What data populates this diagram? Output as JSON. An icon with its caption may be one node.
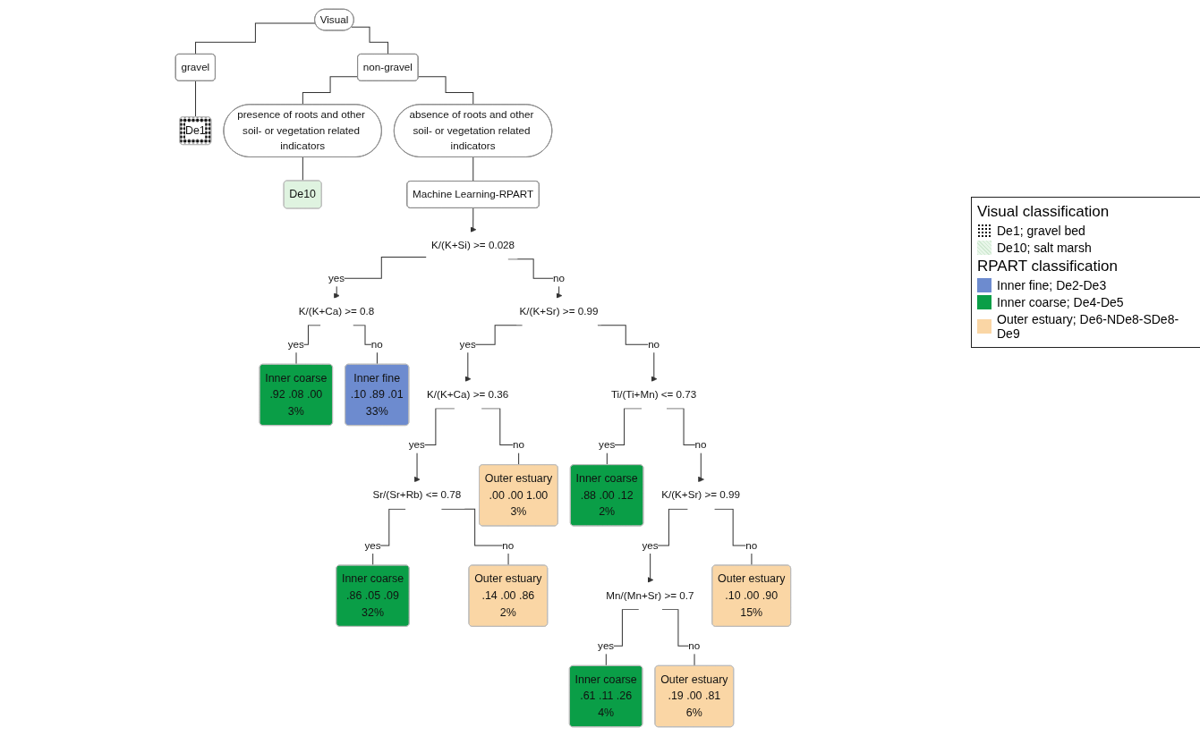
{
  "diagram": {
    "nodes": [
      {
        "text": [
          "Visual"
        ]
      },
      {
        "text": [
          "gravel"
        ]
      },
      {
        "text": [
          "presence of roots and other soil- or vegetation related indicators"
        ]
      },
      {
        "text": [
          "non-gravel"
        ]
      },
      {
        "text": [
          "absence of roots and other soil- or vegetation related indicators"
        ]
      },
      {
        "text": [
          "Machine Learning-RPART"
        ]
      },
      {
        "text": [
          "K/(K+Si) >= 0.028"
        ]
      },
      {
        "text": [
          "K/(K+Ca) >= 0.8"
        ]
      },
      {
        "text": [
          "K/(K+Sr) >= 0.99"
        ]
      },
      {
        "text": [
          "K/(K+Ca) >= 0.36"
        ]
      },
      {
        "text": [
          "Ti/(Ti+Mn) <= 0.73"
        ]
      },
      {
        "text": [
          "K/(K+Sr) >= 0.99"
        ]
      },
      {
        "text": [
          "Sr/(Sr+Rb) <= 0.78"
        ]
      },
      {
        "text": [
          "Mn/(Mn+Sr) >= 0.7"
        ]
      },
      {
        "text": [
          "De10"
        ]
      },
      {
        "text": [
          "Inner fine",
          ".10 .89 .01",
          "33%"
        ]
      },
      {
        "text": [
          "Outer estuary",
          ".14 .00 .86",
          "2%"
        ]
      },
      {
        "text": [
          "Inner coarse",
          ".88 .00 .12",
          "2%"
        ]
      },
      {
        "text": [
          "Outer estuary",
          ".19 .00 .81",
          "6%"
        ]
      },
      {
        "text": [
          "De1"
        ]
      },
      {
        "text": [
          "Inner coarse",
          ".92 .08 .00",
          "3%"
        ]
      },
      {
        "text": [
          "Inner coarse",
          ".86 .05 .09",
          "32%"
        ]
      },
      {
        "text": [
          "Outer estuary",
          ".00 .00 1.00",
          "3%"
        ]
      },
      {
        "text": [
          "Inner coarse",
          ".61 .11 .26",
          "4%"
        ]
      },
      {
        "text": [
          "Outer estuary",
          ".10 .00 .90",
          "15%"
        ]
      }
    ],
    "edges": [
      {
        "from": 0,
        "to": 1,
        "arrow": "none"
      },
      {
        "from": 0,
        "to": 3,
        "arrow": "none"
      },
      {
        "from": 3,
        "to": 2,
        "arrow": "none"
      },
      {
        "from": 2,
        "to": 14,
        "arrow": "none"
      },
      {
        "from": 3,
        "to": 4,
        "arrow": "none"
      },
      {
        "from": 4,
        "to": 5,
        "arrow": "none"
      },
      {
        "from": 5,
        "to": 6,
        "arrow": "to"
      },
      {
        "from": 1,
        "to": 19,
        "arrow": "none"
      },
      {
        "from": 6,
        "to": 7,
        "arrow": "to",
        "label": "yes"
      },
      {
        "from": 6,
        "to": 8,
        "arrow": "to",
        "label": "no"
      },
      {
        "from": 7,
        "to": 20,
        "arrow": "none",
        "label": "yes"
      },
      {
        "from": 7,
        "to": 15,
        "arrow": "none",
        "label": "no"
      },
      {
        "from": 8,
        "to": 9,
        "arrow": "to",
        "label": "yes"
      },
      {
        "from": 8,
        "to": 10,
        "arrow": "to",
        "label": "no"
      },
      {
        "from": 9,
        "to": 12,
        "arrow": "to",
        "label": "yes"
      },
      {
        "from": 9,
        "to": 22,
        "arrow": "none",
        "label": "no"
      },
      {
        "from": 12,
        "to": 21,
        "arrow": "none",
        "label": "yes"
      },
      {
        "from": 12,
        "to": 16,
        "arrow": "none",
        "label": "no"
      },
      {
        "from": 10,
        "to": 17,
        "arrow": "none",
        "label": "yes"
      },
      {
        "from": 10,
        "to": 11,
        "arrow": "to",
        "label": "no"
      },
      {
        "from": 11,
        "to": 13,
        "arrow": "to",
        "label": "yes"
      },
      {
        "from": 11,
        "to": 24,
        "arrow": "none",
        "label": "no"
      },
      {
        "from": 13,
        "to": 23,
        "arrow": "none",
        "label": "yes"
      },
      {
        "from": 13,
        "to": 18,
        "arrow": "none",
        "label": "no"
      }
    ],
    "labels": [
      "Visual classification",
      "RPART classification"
    ],
    "legend": [
      {
        "text": "De1; gravel bed"
      },
      {
        "text": "De10; salt marsh"
      },
      {
        "text": "Inner fine; De2-De3",
        "color": "#6d8bcf"
      },
      {
        "text": "Inner coarse; De4-De5",
        "color": "#0a9e47"
      },
      {
        "text": "Outer estuary; De6-NDe8-SDe8-De9",
        "color": "#fad6a5"
      }
    ]
  }
}
